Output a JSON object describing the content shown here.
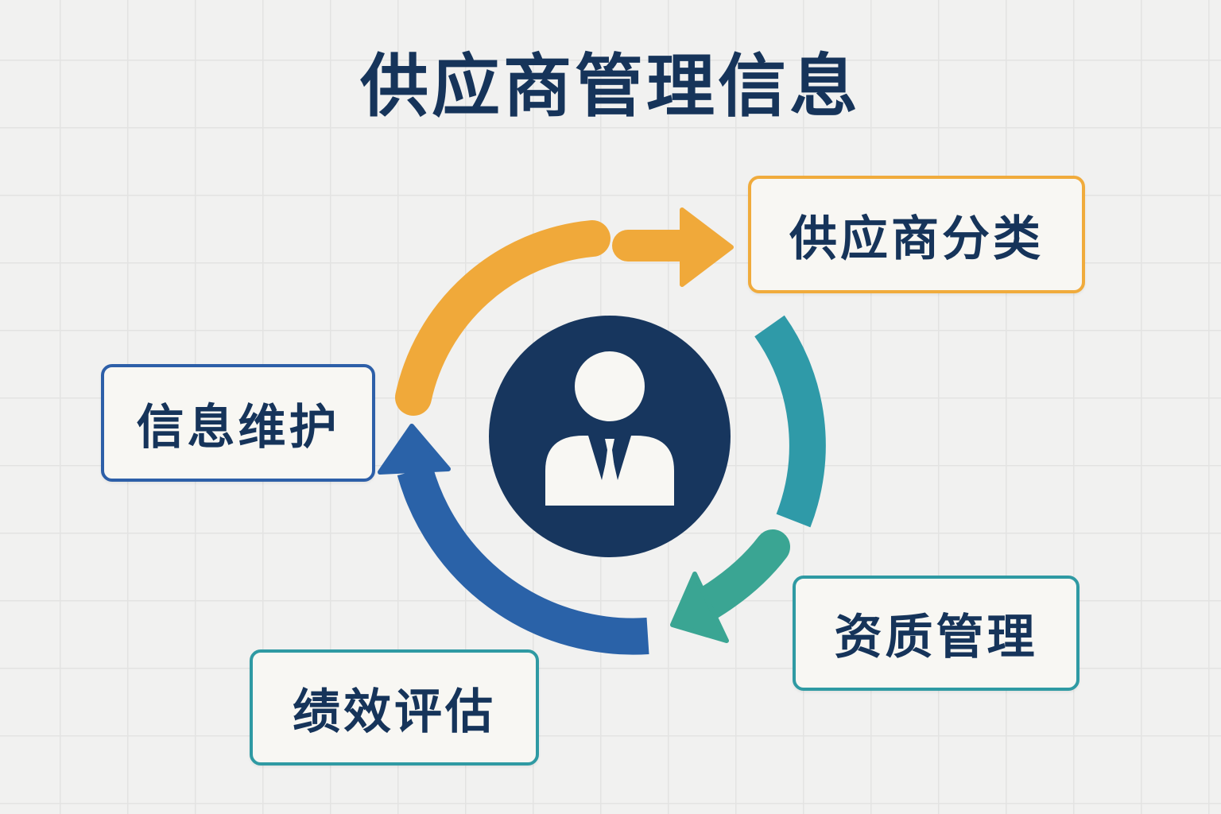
{
  "title": "供应商管理信息",
  "center": {
    "icon": "person-with-tie-icon",
    "circle_color": "#17365e",
    "icon_color": "#f8f7f3"
  },
  "nodes": {
    "classify": {
      "label": "供应商分类",
      "border_color": "#f0ab3c"
    },
    "qualification": {
      "label": "资质管理",
      "border_color": "#2f9aa3"
    },
    "evaluation": {
      "label": "绩效评估",
      "border_color": "#2f9aa3"
    },
    "maintenance": {
      "label": "信息维护",
      "border_color": "#2d5fa8"
    }
  },
  "arrows": {
    "maintain_to_classify": {
      "color": "#f0a93a",
      "icon": "curved-arrow-right-icon"
    },
    "classify_to_qualify": {
      "color": "#2f9aa8",
      "icon": "curved-arrow-down-icon"
    },
    "qualify_to_evaluate": {
      "color": "#3aa593",
      "icon": "curved-arrow-left-icon"
    },
    "evaluate_to_maintain": {
      "color": "#2a62a8",
      "icon": "curved-arrow-up-icon"
    }
  }
}
